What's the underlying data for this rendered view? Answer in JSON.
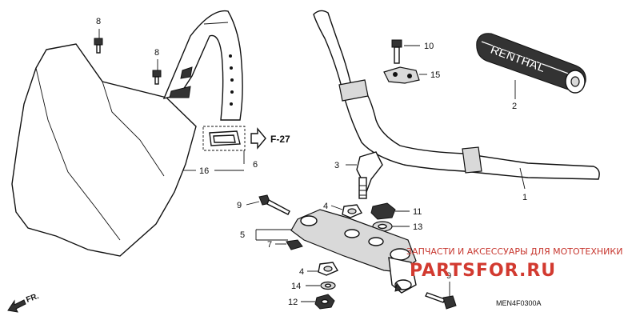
{
  "callouts": {
    "c1": "1",
    "c2": "2",
    "c3": "3",
    "c4a": "4",
    "c4b": "4",
    "c5": "5",
    "c6": "6",
    "c7": "7",
    "c8a": "8",
    "c8b": "8",
    "c9a": "9",
    "c9b": "9",
    "c10": "10",
    "c11": "11",
    "c12": "12",
    "c13": "13",
    "c14": "14",
    "c15": "15",
    "c16": "16"
  },
  "reference": "F-27",
  "diagram_code": "MEN4F0300A",
  "direction_label": "FR.",
  "grip_brand": "RENTHAL",
  "watermark": {
    "line1": "ЗАПЧАСТИ И АКСЕССУАРЫ ДЛЯ МОТОТЕХНИКИ",
    "line2": "PARTSFOR.RU"
  },
  "icons": {
    "arrow": "hollow-arrow-right",
    "front": "front-direction-arrow"
  }
}
